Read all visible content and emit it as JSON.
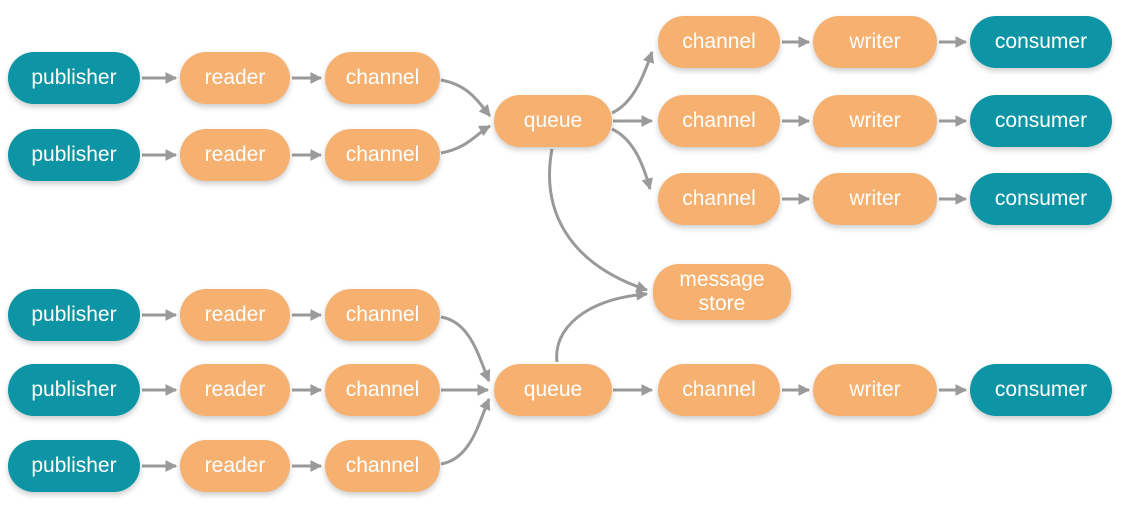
{
  "diagram": {
    "colors": {
      "endpoint": "#0e95a5",
      "component": "#f6b06f",
      "arrow": "#9a9a9a",
      "node_text": "#ffffff",
      "background": "#ffffff"
    },
    "nodes": {
      "pub_a1": {
        "label": "publisher",
        "type": "endpoint"
      },
      "reader_a1": {
        "label": "reader",
        "type": "component"
      },
      "chan_a1": {
        "label": "channel",
        "type": "component"
      },
      "pub_a2": {
        "label": "publisher",
        "type": "endpoint"
      },
      "reader_a2": {
        "label": "reader",
        "type": "component"
      },
      "chan_a2": {
        "label": "channel",
        "type": "component"
      },
      "queue_a": {
        "label": "queue",
        "type": "component"
      },
      "chan_o1": {
        "label": "channel",
        "type": "component"
      },
      "writer_o1": {
        "label": "writer",
        "type": "component"
      },
      "cons_o1": {
        "label": "consumer",
        "type": "endpoint"
      },
      "chan_o2": {
        "label": "channel",
        "type": "component"
      },
      "writer_o2": {
        "label": "writer",
        "type": "component"
      },
      "cons_o2": {
        "label": "consumer",
        "type": "endpoint"
      },
      "chan_o3": {
        "label": "channel",
        "type": "component"
      },
      "writer_o3": {
        "label": "writer",
        "type": "component"
      },
      "cons_o3": {
        "label": "consumer",
        "type": "endpoint"
      },
      "msg_store": {
        "label": "message store",
        "type": "component"
      },
      "pub_b1": {
        "label": "publisher",
        "type": "endpoint"
      },
      "reader_b1": {
        "label": "reader",
        "type": "component"
      },
      "chan_b1": {
        "label": "channel",
        "type": "component"
      },
      "pub_b2": {
        "label": "publisher",
        "type": "endpoint"
      },
      "reader_b2": {
        "label": "reader",
        "type": "component"
      },
      "chan_b2": {
        "label": "channel",
        "type": "component"
      },
      "pub_b3": {
        "label": "publisher",
        "type": "endpoint"
      },
      "reader_b3": {
        "label": "reader",
        "type": "component"
      },
      "chan_b3": {
        "label": "channel",
        "type": "component"
      },
      "queue_b": {
        "label": "queue",
        "type": "component"
      },
      "chan_o4": {
        "label": "channel",
        "type": "component"
      },
      "writer_o4": {
        "label": "writer",
        "type": "component"
      },
      "cons_o4": {
        "label": "consumer",
        "type": "endpoint"
      }
    },
    "edges": [
      {
        "from": "pub_a1",
        "to": "reader_a1"
      },
      {
        "from": "reader_a1",
        "to": "chan_a1"
      },
      {
        "from": "pub_a2",
        "to": "reader_a2"
      },
      {
        "from": "reader_a2",
        "to": "chan_a2"
      },
      {
        "from": "chan_a1",
        "to": "queue_a"
      },
      {
        "from": "chan_a2",
        "to": "queue_a"
      },
      {
        "from": "queue_a",
        "to": "chan_o1"
      },
      {
        "from": "queue_a",
        "to": "chan_o2"
      },
      {
        "from": "queue_a",
        "to": "chan_o3"
      },
      {
        "from": "chan_o1",
        "to": "writer_o1"
      },
      {
        "from": "writer_o1",
        "to": "cons_o1"
      },
      {
        "from": "chan_o2",
        "to": "writer_o2"
      },
      {
        "from": "writer_o2",
        "to": "cons_o2"
      },
      {
        "from": "chan_o3",
        "to": "writer_o3"
      },
      {
        "from": "writer_o3",
        "to": "cons_o3"
      },
      {
        "from": "queue_a",
        "to": "msg_store"
      },
      {
        "from": "pub_b1",
        "to": "reader_b1"
      },
      {
        "from": "reader_b1",
        "to": "chan_b1"
      },
      {
        "from": "pub_b2",
        "to": "reader_b2"
      },
      {
        "from": "reader_b2",
        "to": "chan_b2"
      },
      {
        "from": "pub_b3",
        "to": "reader_b3"
      },
      {
        "from": "reader_b3",
        "to": "chan_b3"
      },
      {
        "from": "chan_b1",
        "to": "queue_b"
      },
      {
        "from": "chan_b2",
        "to": "queue_b"
      },
      {
        "from": "chan_b3",
        "to": "queue_b"
      },
      {
        "from": "queue_b",
        "to": "msg_store"
      },
      {
        "from": "queue_b",
        "to": "chan_o4"
      },
      {
        "from": "chan_o4",
        "to": "writer_o4"
      },
      {
        "from": "writer_o4",
        "to": "cons_o4"
      }
    ]
  }
}
